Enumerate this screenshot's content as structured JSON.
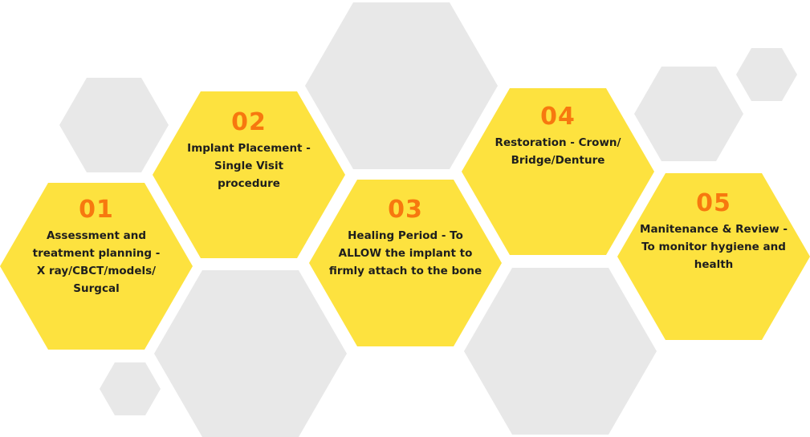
{
  "colors": {
    "step_fill": "#fde23f",
    "deco_fill": "#e8e8e8",
    "number": "#f7780f",
    "text": "#1e1e1e"
  },
  "steps": [
    {
      "number": "01",
      "lines": [
        "Assessment and",
        "treatment planning -",
        "X ray/CBCT/models/",
        "Surgcal"
      ]
    },
    {
      "number": "02",
      "lines": [
        "Implant Placement -",
        "Single Visit",
        "procedure"
      ]
    },
    {
      "number": "03",
      "lines": [
        "Healing Period - To",
        "ALLOW the implant to",
        "firmly attach to the bone"
      ]
    },
    {
      "number": "04",
      "lines": [
        "Restoration - Crown/",
        "Bridge/Denture"
      ]
    },
    {
      "number": "05",
      "lines": [
        "Manitenance & Review -",
        "To monitor hygiene and",
        "health"
      ]
    }
  ]
}
